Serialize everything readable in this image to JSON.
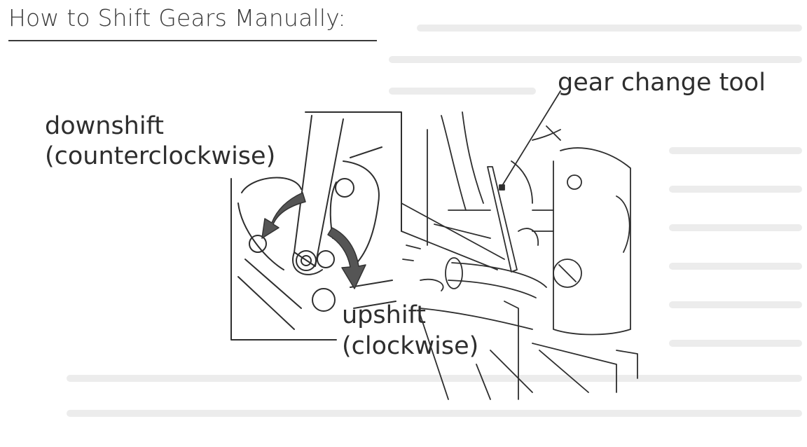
{
  "title": "How to Shift Gears Manually:",
  "labels": {
    "gear_change_tool": "gear change tool",
    "downshift": "downshift",
    "downshift_direction": "(counterclockwise)",
    "upshift": "upshift",
    "upshift_direction": "(clockwise)"
  },
  "colors": {
    "ink": "#2e2e2e",
    "arrow": "#555555",
    "background": "#ffffff"
  },
  "icons": {
    "downshift_arrow": "counterclockwise-arrow-icon",
    "upshift_arrow": "clockwise-arrow-icon"
  }
}
